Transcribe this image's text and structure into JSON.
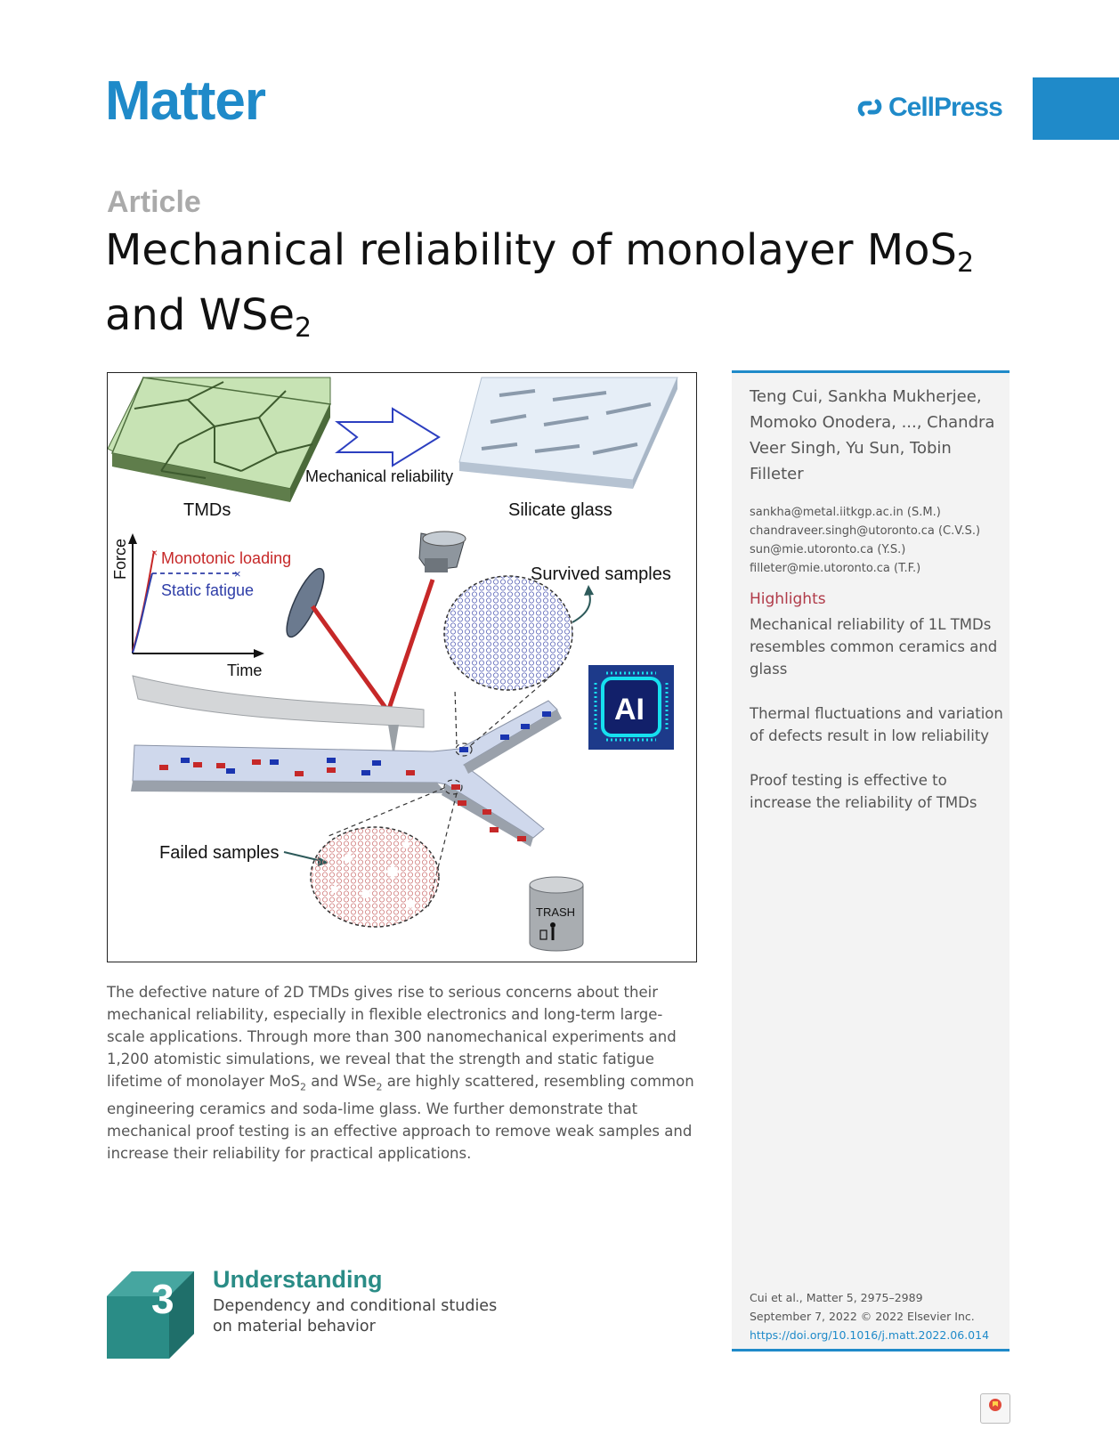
{
  "header": {
    "journal": "Matter",
    "publisher": "CellPress"
  },
  "article_type": "Article",
  "title": {
    "part1": "Mechanical reliability of monolayer MoS",
    "sub1": "2",
    "part2": " and WSe",
    "sub2": "2"
  },
  "figure": {
    "tmds": "TMDs",
    "mechanical_reliability": "Mechanical reliability",
    "silicate_glass": "Silicate glass",
    "axis_y": "Force",
    "axis_x": "Time",
    "monotonic": "Monotonic loading",
    "static": "Static fatigue",
    "survived": "Survived samples",
    "failed": "Failed samples",
    "ai": "AI",
    "trash": "TRASH"
  },
  "abstract": {
    "p1": "The defective nature of 2D TMDs gives rise to serious concerns about their mechanical reliability, especially in flexible electronics and long-term large-scale applications. Through more than 300 nanomechanical experiments and 1,200 atomistic simulations, we reveal that the strength and static fatigue lifetime of monolayer MoS",
    "s1": "2",
    "p2": " and WSe",
    "s2": "2",
    "p3": " are highly scattered, resembling common engineering ceramics and soda-lime glass. We further demonstrate that mechanical proof testing is an effective approach to remove weak samples and increase their reliability for practical applications."
  },
  "sidebar": {
    "authors": "Teng Cui, Sankha Mukherjee, Momoko Onodera, ..., Chandra Veer Singh, Yu Sun, Tobin Filleter",
    "emails": [
      "sankha@metal.iitkgp.ac.in (S.M.)",
      "chandraveer.singh@utoronto.ca (C.V.S.)",
      "sun@mie.utoronto.ca (Y.S.)",
      "filleter@mie.utoronto.ca (T.F.)"
    ],
    "highlights_title": "Highlights",
    "highlights": [
      "Mechanical reliability of 1L TMDs resembles common ceramics and glass",
      "Thermal fluctuations and variation of defects result in low reliability",
      "Proof testing is effective to increase the reliability of TMDs"
    ],
    "citation_line1": "Cui et al., Matter 5, 2975–2989",
    "citation_line2": "September 7, 2022 © 2022 Elsevier Inc.",
    "doi": "https://doi.org/10.1016/j.matt.2022.06.014"
  },
  "level": {
    "number": "3",
    "name": "Understanding",
    "description": "Dependency and conditional studies on material behavior"
  },
  "colors": {
    "brand": "#1f8ac9",
    "highlight": "#b03a48",
    "level": "#2a8c86"
  }
}
